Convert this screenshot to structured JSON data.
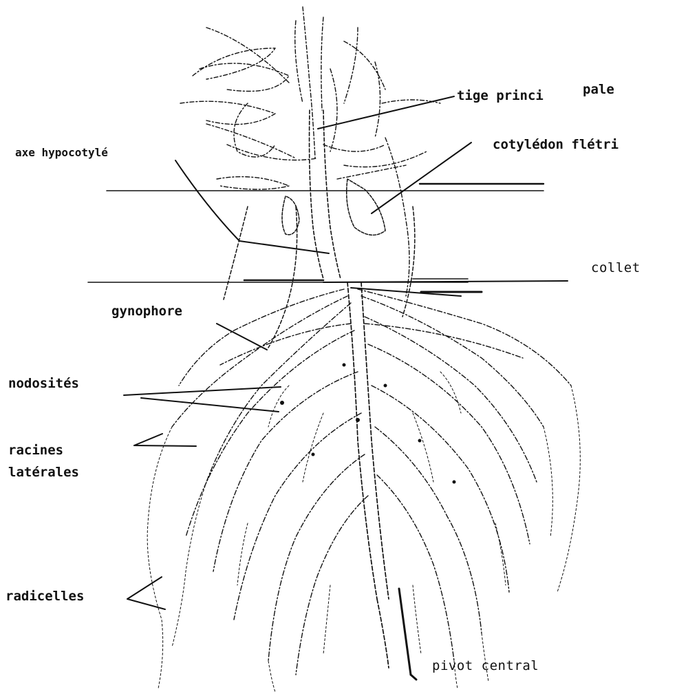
{
  "labels": {
    "tige_principale_a": "tige princi",
    "tige_principale_b": "pale",
    "cotyledon": "cotylédon flétri",
    "axe_hypocotyle": "axe hypocotylé",
    "collet": "collet",
    "gynophore": "gynophore",
    "nodosites": "nodosités",
    "racines": "racines",
    "laterales": "latérales",
    "radicelles": "radicelles",
    "pivot_central": "pivot central"
  },
  "colors": {
    "ink": "#111111",
    "paper": "#ffffff"
  }
}
